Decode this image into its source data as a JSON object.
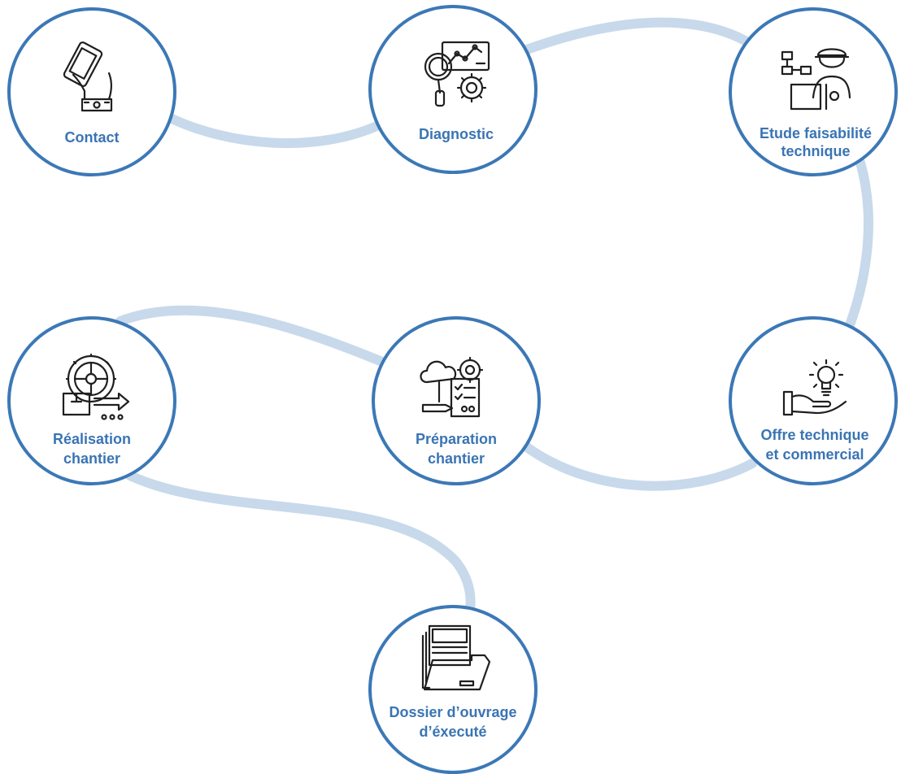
{
  "colors": {
    "ring": "#3c78b6",
    "path": "#c7d9eb",
    "label": "#3a74b4",
    "icon": "#1f1f1f"
  },
  "steps": [
    {
      "id": "contact",
      "icon": "hand-phone-icon",
      "lines": [
        "Contact"
      ]
    },
    {
      "id": "diagnostic",
      "icon": "analytics-magnifier-gear-icon",
      "lines": [
        "Diagnostic"
      ]
    },
    {
      "id": "etude",
      "icon": "engineer-flowchart-icon",
      "lines": [
        "Etude faisabilité",
        "technique"
      ]
    },
    {
      "id": "offre",
      "icon": "hand-lightbulb-icon",
      "lines": [
        "Offre technique",
        "et commercial"
      ]
    },
    {
      "id": "preparation",
      "icon": "cloud-gear-checklist-icon",
      "lines": [
        "Préparation",
        "chantier"
      ]
    },
    {
      "id": "realisation",
      "icon": "gear-box-arrow-icon",
      "lines": [
        "Réalisation",
        "chantier"
      ]
    },
    {
      "id": "dossier",
      "icon": "documents-folder-icon",
      "lines": [
        "Dossier d’ouvrage",
        "d’éxecuté"
      ]
    }
  ]
}
